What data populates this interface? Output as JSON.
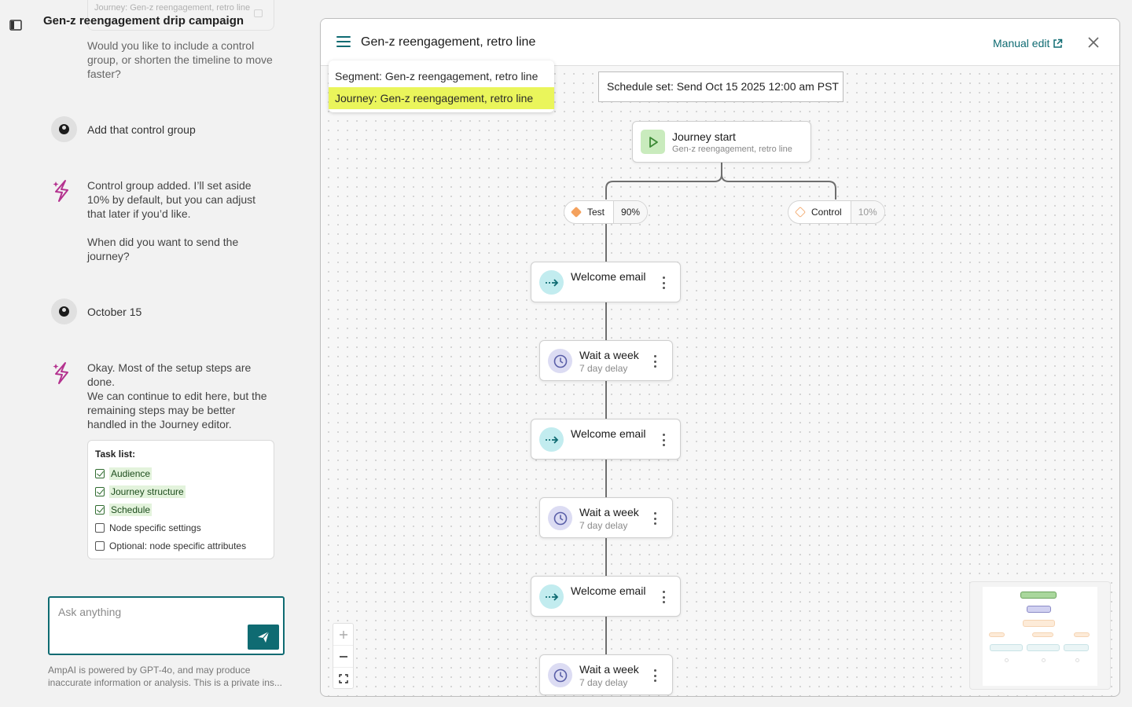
{
  "chat": {
    "title": "Gen-z reengagement drip campaign",
    "ghost_chip": "Journey: Gen-z reengagement, retro line",
    "messages": {
      "ai_1": "Would you like to include a control group, or shorten the timeline to move faster?",
      "user_1": "Add that control group",
      "ai_2a": "Control group added. I’ll set aside 10% by default, but you can adjust that later if you’d like.",
      "ai_2b": "When did you want to send the journey?",
      "user_2": "October 15",
      "ai_3a": "Okay.  Most of the setup steps are done.",
      "ai_3b": "We can continue to edit here, but the remaining steps may be better handled in the Journey editor."
    },
    "task_list": {
      "title": "Task list:",
      "items": [
        {
          "label": "Audience",
          "checked": true
        },
        {
          "label": "Journey structure",
          "checked": true
        },
        {
          "label": "Schedule",
          "checked": true
        },
        {
          "label": "Node specific settings",
          "checked": false
        },
        {
          "label": "Optional: node specific attributes",
          "checked": false
        }
      ]
    },
    "input": {
      "placeholder": "Ask anything",
      "value": ""
    },
    "disclaimer": "AmpAI is powered by GPT-4o, and may produce inaccurate information or analysis. This is a private ins..."
  },
  "editor": {
    "title": "Gen-z reengagement, retro line",
    "manual_edit": "Manual edit",
    "dropdown": [
      {
        "label": "Segment: Gen-z reengagement, retro line",
        "active": false
      },
      {
        "label": "Journey: Gen-z reengagement, retro line",
        "active": true
      }
    ],
    "schedule": "Schedule set: Send Oct 15 2025 12:00 am PST",
    "start_node": {
      "title": "Journey start",
      "subtitle": "Gen-z reengagement, retro line"
    },
    "splits": [
      {
        "label": "Test",
        "percent": "90%",
        "color": "#f4a15d"
      },
      {
        "label": "Control",
        "percent": "10%",
        "color": "#f7c9a3"
      }
    ],
    "nodes": [
      {
        "type": "email",
        "title": "Welcome email",
        "subtitle": ""
      },
      {
        "type": "wait",
        "title": "Wait a week",
        "subtitle": "7 day delay"
      },
      {
        "type": "email",
        "title": "Welcome email",
        "subtitle": ""
      },
      {
        "type": "wait",
        "title": "Wait a week",
        "subtitle": "7 day delay"
      },
      {
        "type": "email",
        "title": "Welcome email",
        "subtitle": ""
      },
      {
        "type": "wait",
        "title": "Wait a week",
        "subtitle": "7 day delay"
      }
    ]
  },
  "colors": {
    "accent": "#0f6b72",
    "highlight": "#eaf55b",
    "task_done_bg": "#e3f3dc",
    "start_icon_bg": "#c9ebbd",
    "email_icon_bg": "#c2ecef",
    "wait_icon_bg": "#dcdcf3"
  }
}
